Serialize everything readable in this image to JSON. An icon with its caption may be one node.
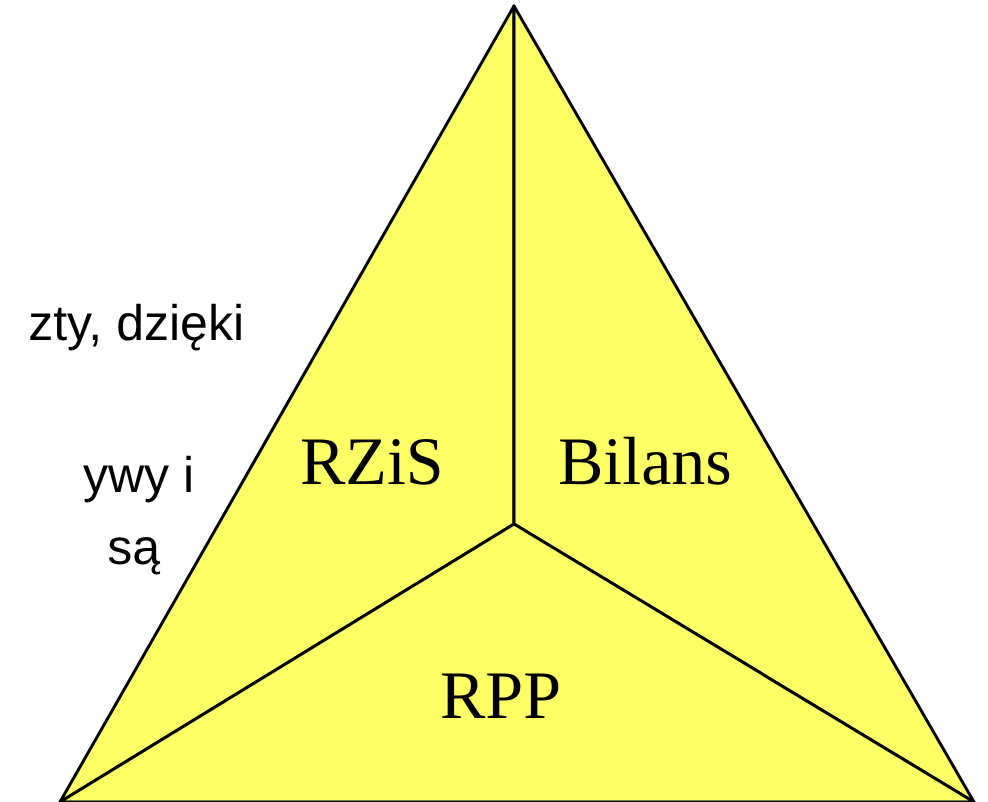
{
  "diagram": {
    "nodes": [
      {
        "text": [
          "RZiS"
        ]
      },
      {
        "text": [
          "Bilans"
        ]
      },
      {
        "text": [
          "RPP"
        ]
      }
    ],
    "labels": [
      "zty, dzięki",
      "ywy i",
      "są"
    ]
  }
}
